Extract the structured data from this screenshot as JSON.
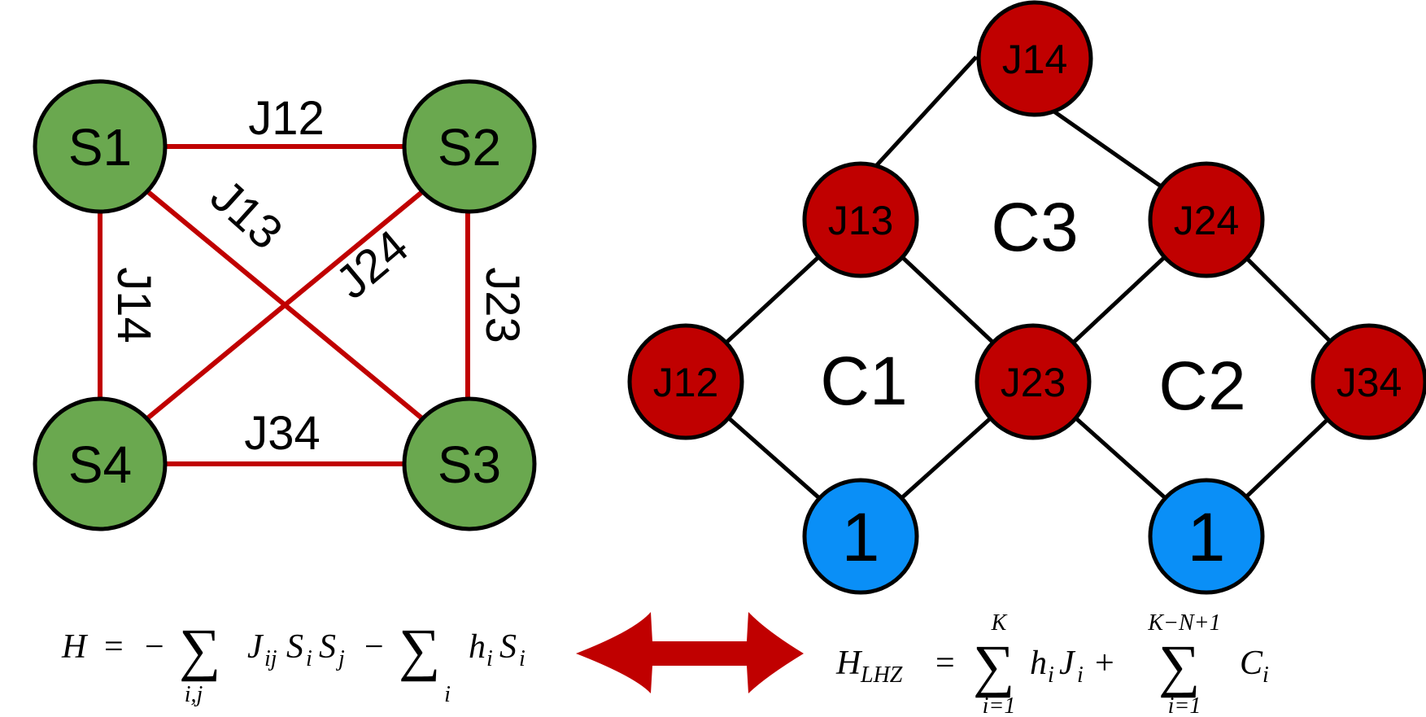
{
  "colors": {
    "spin_fill": "#6aa84f",
    "coupling_fill": "#c00000",
    "constant_fill": "#0a8ff7",
    "edge_red": "#c00000",
    "edge_black": "#000000",
    "arrow": "#c00000"
  },
  "spin_graph": {
    "nodes": {
      "s1": "S1",
      "s2": "S2",
      "s3": "S3",
      "s4": "S4"
    },
    "edges": {
      "j12": "J12",
      "j13": "J13",
      "j14": "J14",
      "j23": "J23",
      "j24": "J24",
      "j34": "J34"
    }
  },
  "lhz_graph": {
    "couplings": {
      "j14": "J14",
      "j13": "J13",
      "j24": "J24",
      "j12": "J12",
      "j23": "J23",
      "j34": "J34"
    },
    "constants": {
      "left": "1",
      "right": "1"
    },
    "constraints": {
      "c1": "C1",
      "c2": "C2",
      "c3": "C3"
    }
  },
  "equations": {
    "ising": {
      "lhs": "H",
      "eq": "=",
      "minus1": "−",
      "sum": "∑",
      "sum1_sub": "i,j",
      "term1": "J",
      "term1_sub": "ij",
      "term1b": "S",
      "term1b_sub": "i",
      "term1c": "S",
      "term1c_sub": "j",
      "minus2": "−",
      "sum2_sub": "i",
      "term2": "h",
      "term2_sub": "i",
      "term2b": "S",
      "term2b_sub": "i"
    },
    "lhz": {
      "lhs": "H",
      "lhs_sub": "LHZ",
      "eq": "=",
      "sum": "∑",
      "sum1_sup": "K",
      "sum1_sub": "i=1",
      "term1": "h",
      "term1_sub": "i",
      "term1b": "J",
      "term1b_sub": "i",
      "plus": "+",
      "sum2_sup": "K−N+1",
      "sum2_sub": "i=1",
      "term2": "C",
      "term2_sub": "i"
    }
  }
}
